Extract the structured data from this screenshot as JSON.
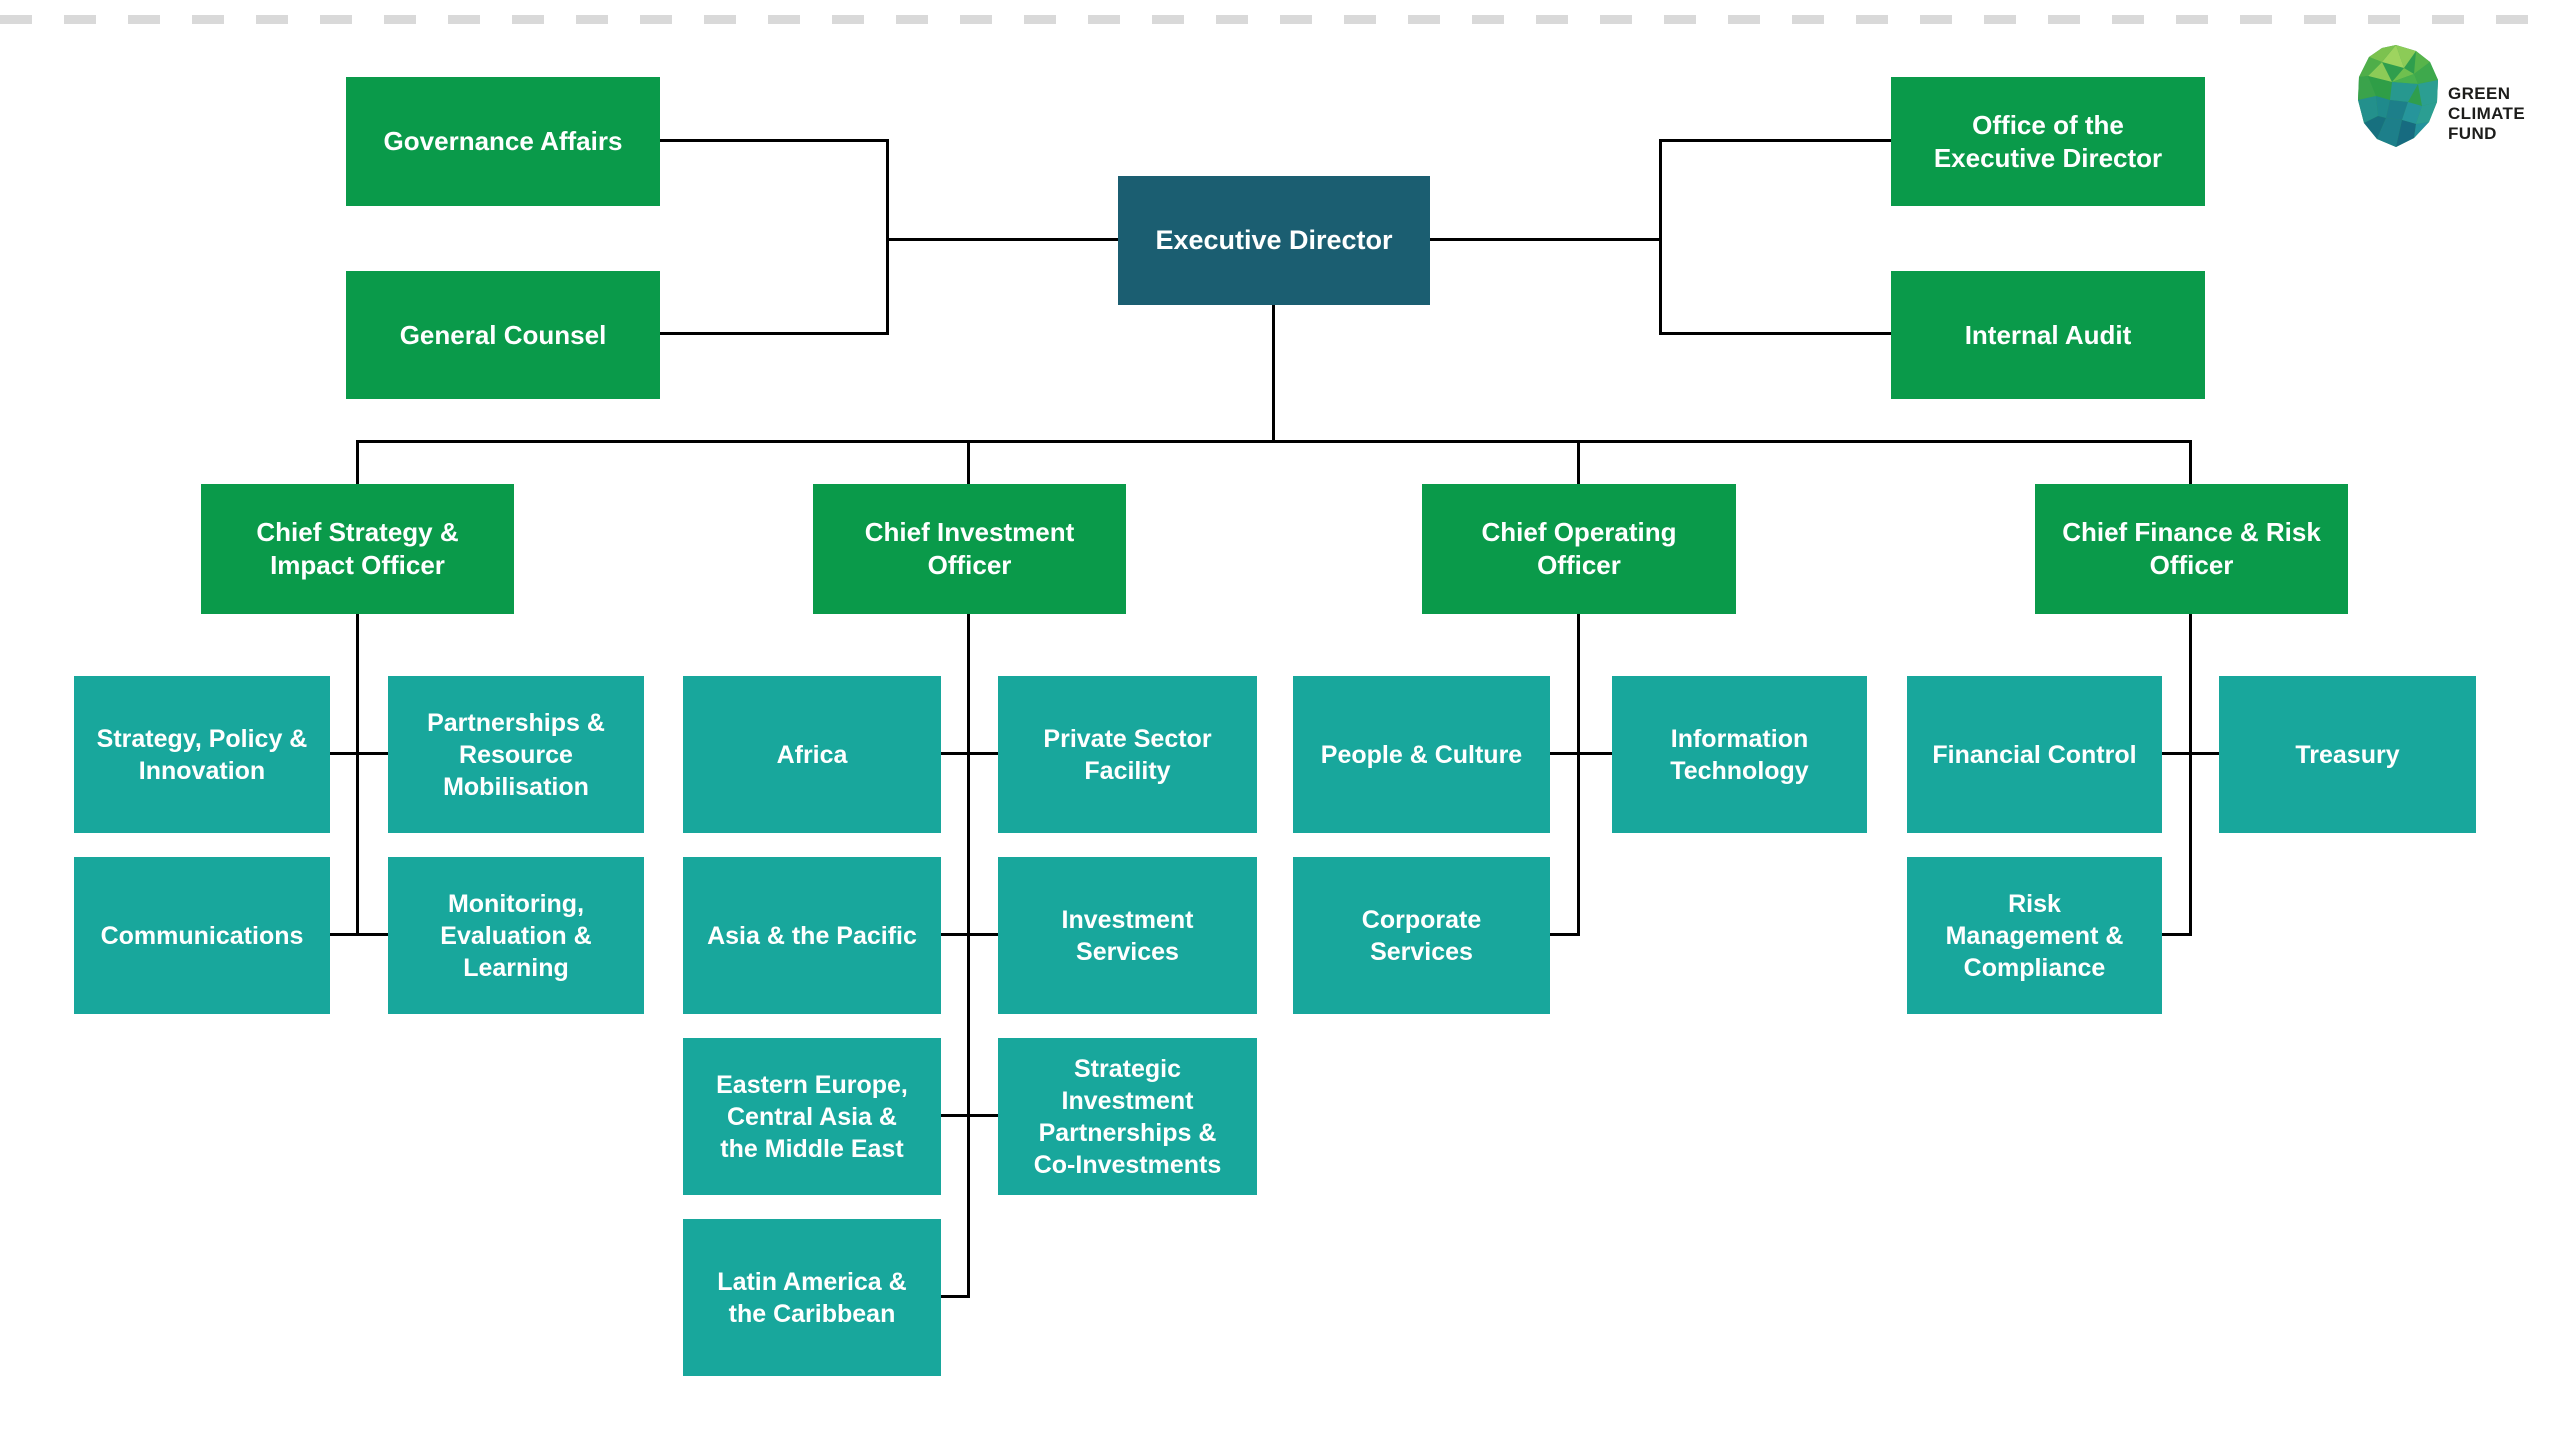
{
  "colors": {
    "green": "#0a9a4a",
    "teal": "#18a79c",
    "dark_teal": "#1b5e71",
    "connector": "#000000",
    "dash": "#d9d9d9",
    "logo_text": "#1d1d1b"
  },
  "logo": {
    "name_lines": [
      "GREEN",
      "CLIMATE",
      "FUND"
    ]
  },
  "nodes": {
    "executive_director": {
      "label": "Executive Director"
    },
    "governance_affairs": {
      "label": "Governance Affairs"
    },
    "general_counsel": {
      "label": "General Counsel"
    },
    "office_executive_director": {
      "label": "Office of the\nExecutive Director"
    },
    "internal_audit": {
      "label": "Internal Audit"
    },
    "chief_strategy_impact": {
      "label": "Chief Strategy &\nImpact Officer"
    },
    "chief_investment": {
      "label": "Chief Investment\nOfficer"
    },
    "chief_operating": {
      "label": "Chief Operating\nOfficer"
    },
    "chief_finance_risk": {
      "label": "Chief Finance & Risk\nOfficer"
    },
    "strategy_policy_innovation": {
      "label": "Strategy, Policy &\nInnovation"
    },
    "partnerships_resource_mobilisation": {
      "label": "Partnerships &\nResource\nMobilisation"
    },
    "communications": {
      "label": "Communications"
    },
    "monitoring_evaluation_learning": {
      "label": "Monitoring,\nEvaluation &\nLearning"
    },
    "africa": {
      "label": "Africa"
    },
    "private_sector_facility": {
      "label": "Private Sector\nFacility"
    },
    "asia_pacific": {
      "label": "Asia & the Pacific"
    },
    "investment_services": {
      "label": "Investment\nServices"
    },
    "eastern_europe_central_asia_middle_east": {
      "label": "Eastern Europe,\nCentral Asia &\nthe Middle East"
    },
    "strategic_investment_partnerships_co_investments": {
      "label": "Strategic\nInvestment\nPartnerships &\nCo-Investments"
    },
    "latin_america_caribbean": {
      "label": "Latin America &\nthe Caribbean"
    },
    "people_culture": {
      "label": "People & Culture"
    },
    "information_technology": {
      "label": "Information\nTechnology"
    },
    "corporate_services": {
      "label": "Corporate\nServices"
    },
    "financial_control": {
      "label": "Financial Control"
    },
    "treasury": {
      "label": "Treasury"
    },
    "risk_management_compliance": {
      "label": "Risk\nManagement &\nCompliance"
    }
  }
}
